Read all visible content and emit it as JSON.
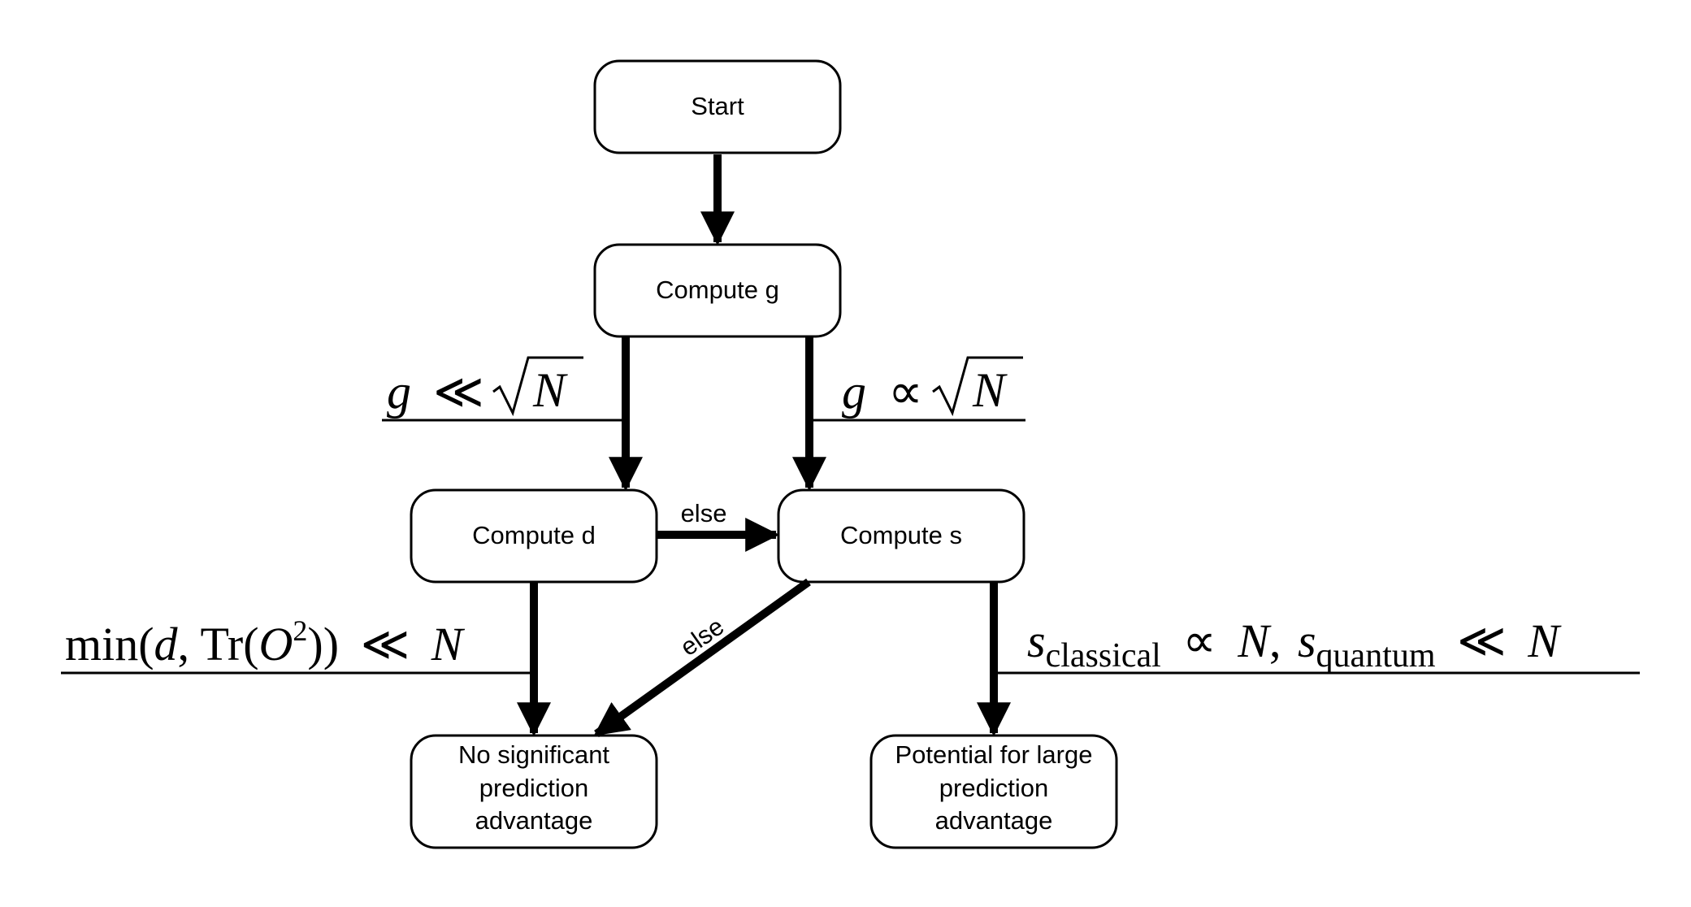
{
  "nodes": {
    "start": "Start",
    "compute_g": "Compute g",
    "compute_d": "Compute d",
    "compute_s": "Compute s",
    "no_advantage": [
      "No significant",
      "prediction",
      "advantage"
    ],
    "large_advantage": [
      "Potential for large",
      "prediction",
      "advantage"
    ]
  },
  "edges": {
    "else_d_to_s": "else",
    "else_s_to_no": "else"
  },
  "conditions": {
    "g_small": {
      "g": "g",
      "rel": "≪",
      "N": "N"
    },
    "g_prop": {
      "g": "g",
      "rel": "∝",
      "N": "N"
    },
    "min_condition": {
      "min": "min(",
      "d": "d",
      "sep": ", Tr(",
      "O": "O",
      "exp": "2",
      "close": "))",
      "rel": "≪",
      "N": "N"
    },
    "s_condition": {
      "s1": "s",
      "sub1": "classical",
      "rel1": "∝",
      "N1": "N",
      "comma": ",",
      "s2": "s",
      "sub2": "quantum",
      "rel2": "≪",
      "N2": "N"
    }
  },
  "colors": {
    "stroke": "#000000",
    "background": "#ffffff"
  }
}
